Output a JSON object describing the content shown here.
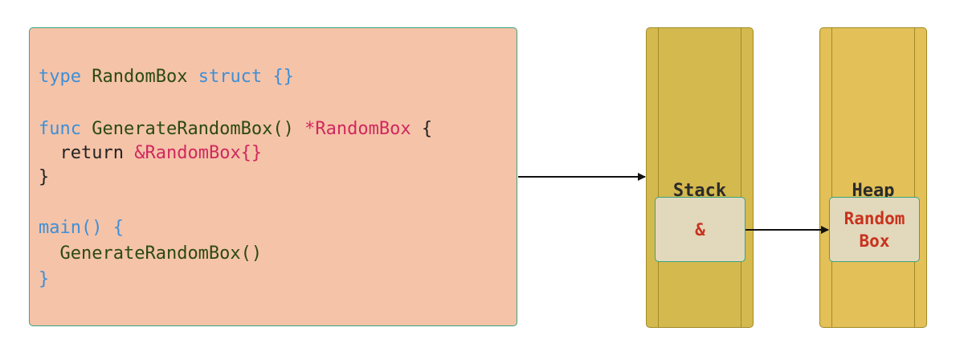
{
  "code": {
    "line1": {
      "kw1": "type",
      "name": "RandomBox",
      "kw2": "struct",
      "braces": "{}"
    },
    "line2": {
      "kw": "func",
      "name": "GenerateRandomBox()",
      "ret": "*RandomBox",
      "brace": "{"
    },
    "line3": {
      "kw": "return",
      "value": "&RandomBox{}"
    },
    "line4": {
      "brace": "}"
    },
    "line5": {
      "name": "main()",
      "brace": "{"
    },
    "line6": {
      "call": "GenerateRandomBox()"
    },
    "line7": {
      "brace": "}"
    }
  },
  "stack": {
    "title": "Stack",
    "cell": "&"
  },
  "heap": {
    "title": "Heap",
    "cell_line1": "Random",
    "cell_line2": "Box"
  },
  "colors": {
    "code_bg": "#f5c3a8",
    "keyword": "#3d8fd8",
    "pointer": "#d0285f",
    "stack_bg": "#d4b94f",
    "heap_bg": "#e3c158",
    "cell_bg": "#e2d8bc",
    "cell_text": "#c8321e"
  }
}
